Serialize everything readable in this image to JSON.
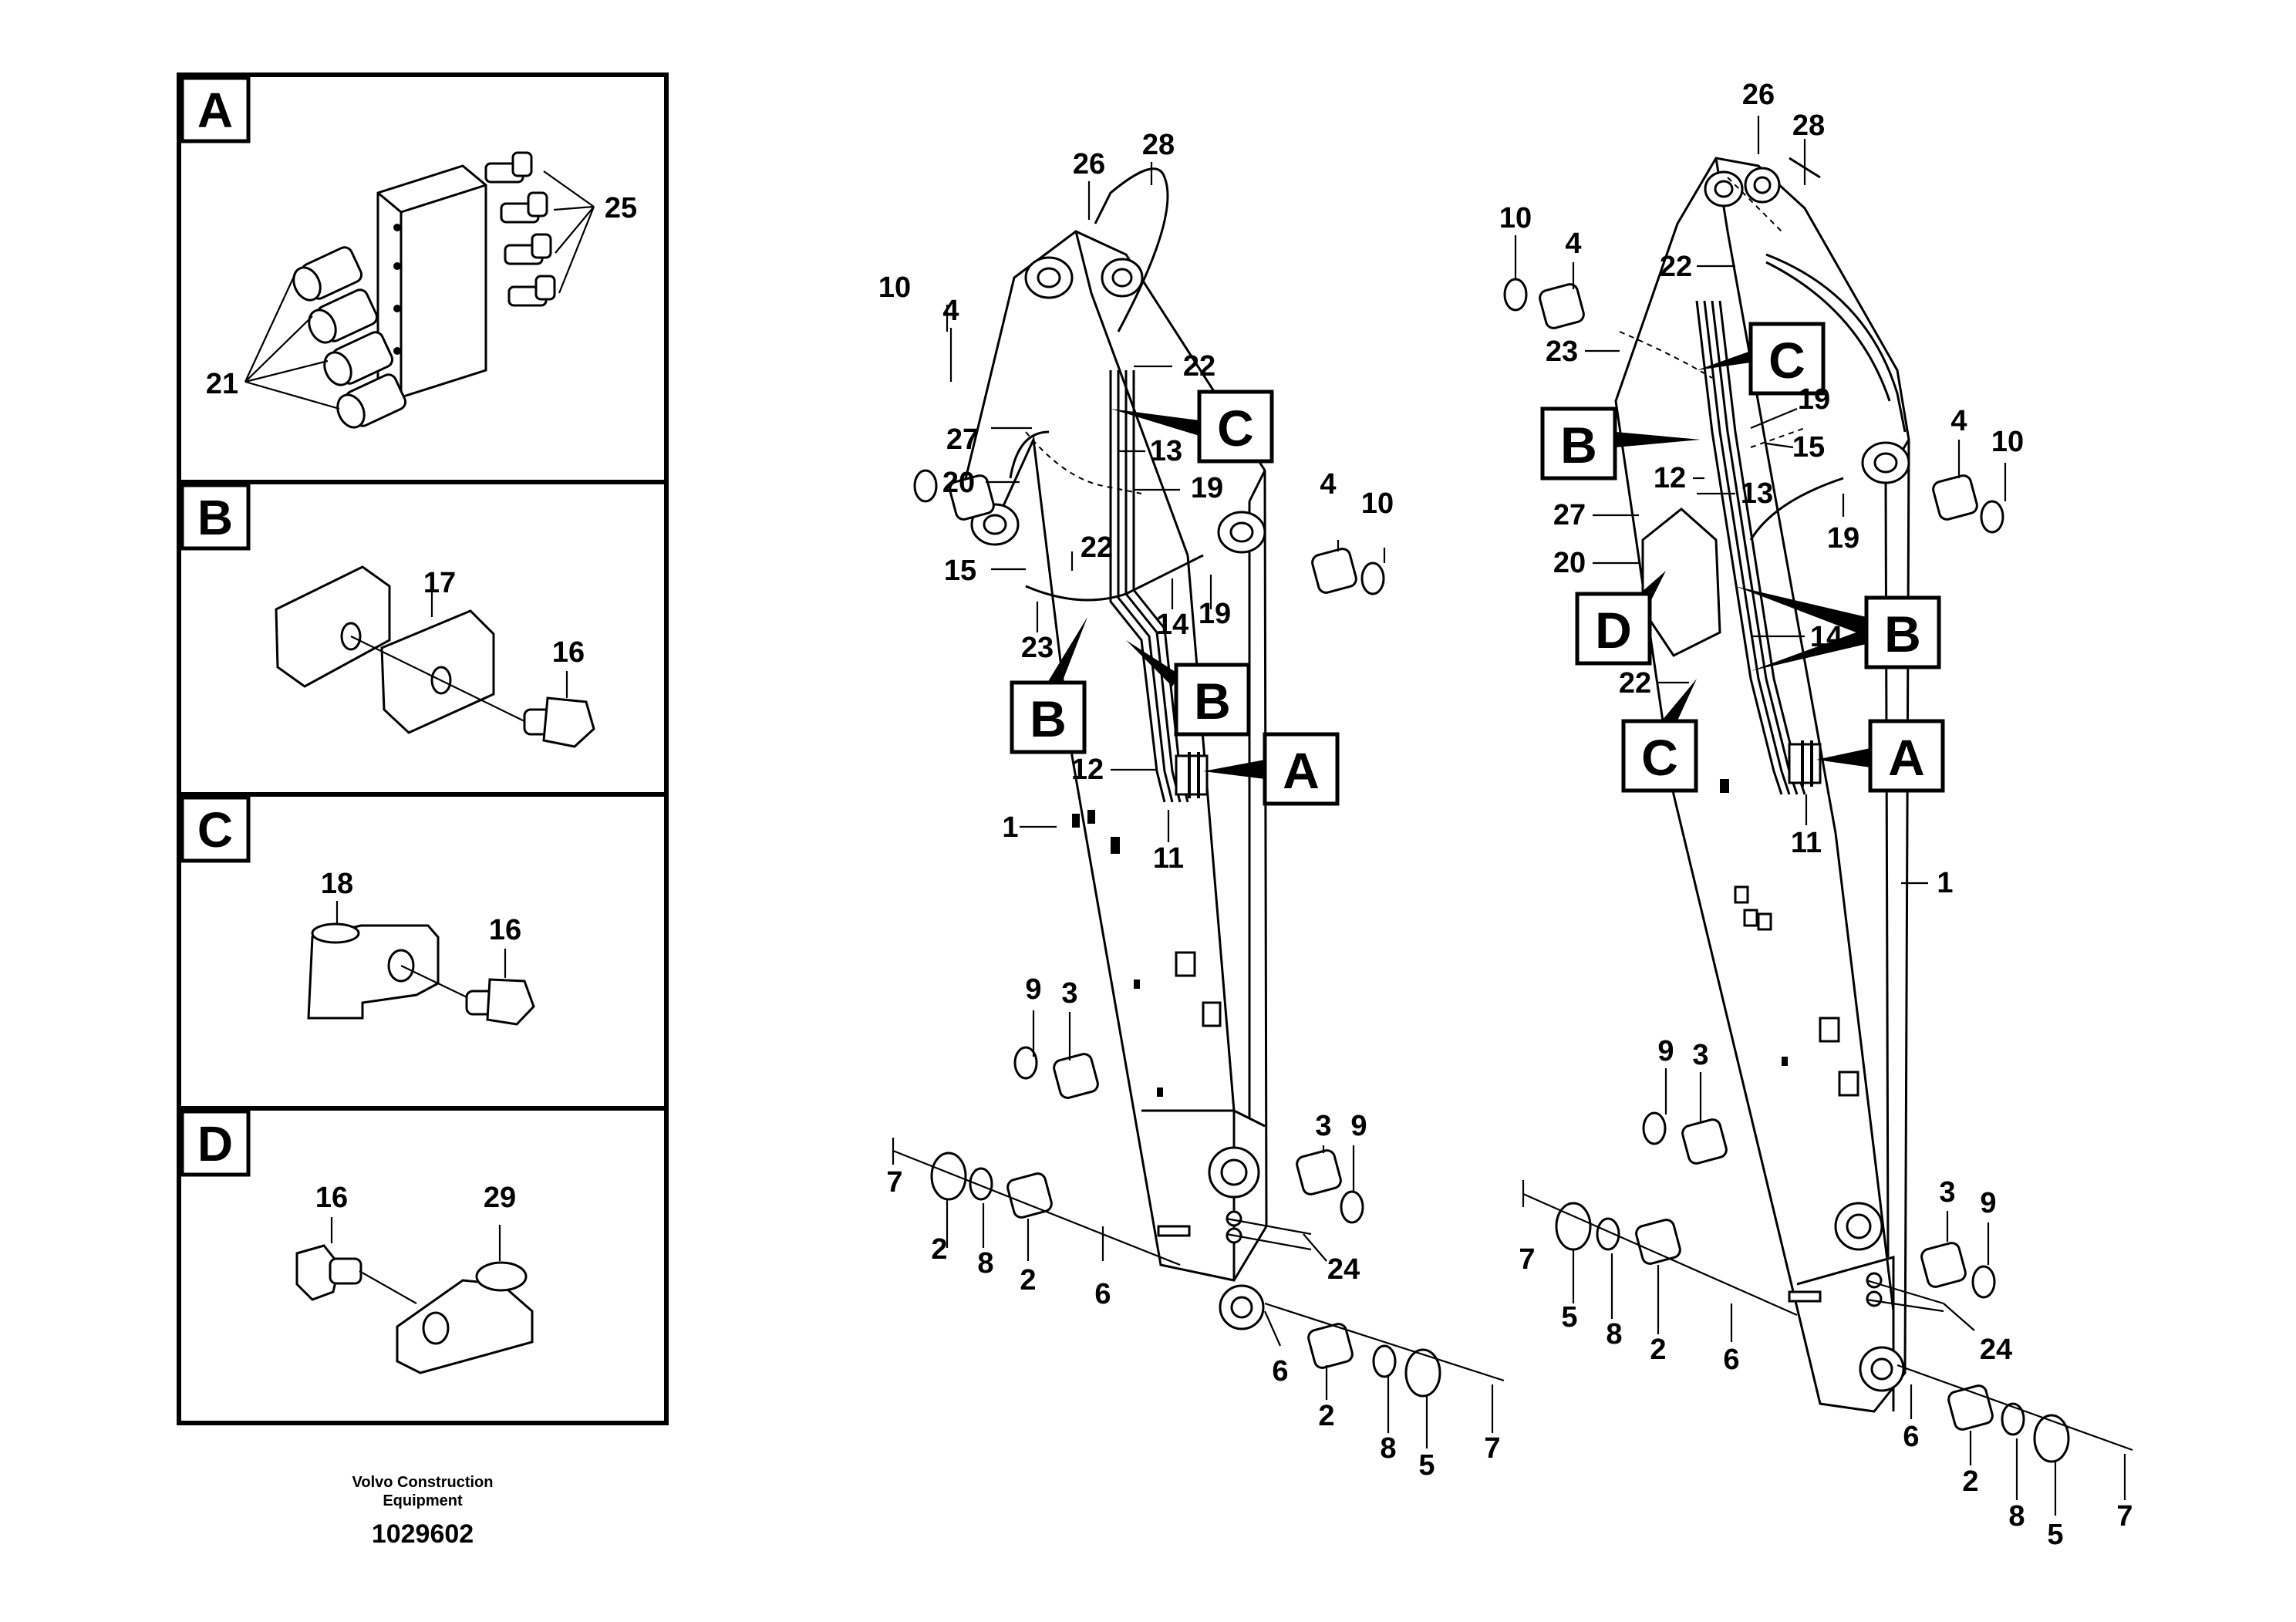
{
  "panels": [
    {
      "letter": "A",
      "callouts": [
        "25",
        "21"
      ]
    },
    {
      "letter": "B",
      "callouts": [
        "17",
        "16"
      ]
    },
    {
      "letter": "C",
      "callouts": [
        "18",
        "16"
      ]
    },
    {
      "letter": "D",
      "callouts": [
        "16",
        "29"
      ]
    }
  ],
  "footer": {
    "maker_line1": "Volvo Construction",
    "maker_line2": "Equipment",
    "drawing_number": "1029602"
  },
  "left_boom": {
    "callouts": [
      "26",
      "28",
      "10",
      "4",
      "22",
      "27",
      "13",
      "20",
      "19",
      "15",
      "22",
      "23",
      "14",
      "19",
      "12",
      "11",
      "1",
      "9",
      "3",
      "3",
      "9",
      "7",
      "2",
      "8",
      "2",
      "6",
      "24",
      "6",
      "2",
      "8",
      "5",
      "7",
      "4",
      "10"
    ],
    "boxes": [
      "C",
      "B",
      "B",
      "A"
    ]
  },
  "right_boom": {
    "callouts": [
      "26",
      "28",
      "10",
      "4",
      "22",
      "23",
      "19",
      "15",
      "12",
      "13",
      "27",
      "20",
      "22",
      "14",
      "11",
      "1",
      "4",
      "10",
      "19",
      "9",
      "3",
      "3",
      "9",
      "7",
      "5",
      "8",
      "2",
      "6",
      "24",
      "6",
      "2",
      "8",
      "5",
      "7"
    ],
    "boxes": [
      "C",
      "B",
      "D",
      "C",
      "B",
      "A"
    ]
  }
}
